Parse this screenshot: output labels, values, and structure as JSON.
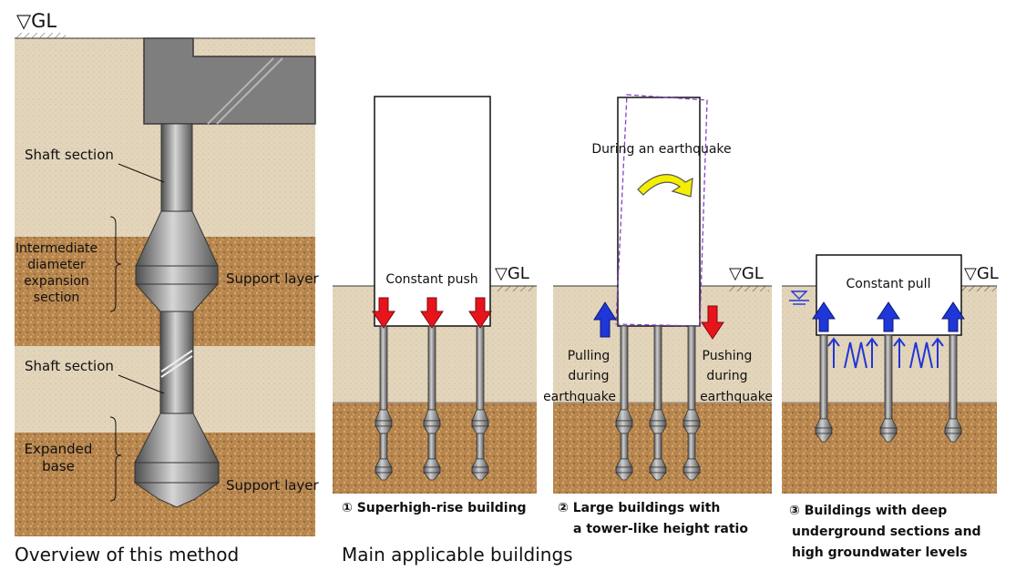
{
  "overview": {
    "ground_label": "▽GL",
    "shaft_upper": "Shaft section",
    "intermediate": [
      "Intermediate",
      "diameter",
      "expansion",
      "section"
    ],
    "support_upper": "Support layer",
    "shaft_lower": "Shaft section",
    "expanded": [
      "Expanded",
      "base"
    ],
    "support_lower": "Support layer",
    "caption": "Overview of this method"
  },
  "applicable_caption": "Main applicable buildings",
  "case1": {
    "ground_label": "▽GL",
    "load": "Constant push",
    "caption": "① Superhigh-rise building"
  },
  "case2": {
    "ground_label": "",
    "note": "During an earthquake",
    "left": [
      "Pulling",
      "during",
      "earthquake"
    ],
    "right": [
      "Pushing",
      "during",
      "earthquake"
    ],
    "caption": [
      "② Large buildings with",
      "a tower-like height ratio"
    ]
  },
  "case3": {
    "ground_label": "▽GL",
    "load": "Constant pull",
    "caption": [
      "③ Buildings with deep",
      "underground sections and",
      "high groundwater levels"
    ]
  },
  "colors": {
    "push_arrow": "#e8141c",
    "pull_arrow": "#1f36d8",
    "rotation_arrow": "#f4ee00",
    "sand": "#e4d6bd",
    "gravel": "#b98a55",
    "concrete": "#7f7f7f"
  }
}
